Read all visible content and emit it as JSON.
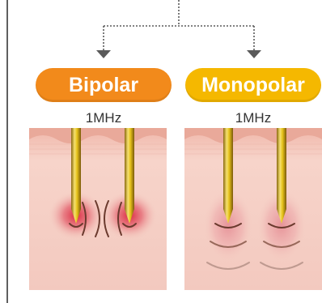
{
  "colors": {
    "bipolar": "#f28a1b",
    "monopolar": "#f5b800",
    "connector": "#5a5a5a",
    "skin": "#f2c6ba",
    "heat": "#d9213a",
    "needle": "#e6c21a"
  },
  "modes": [
    {
      "label": "Bipolar",
      "frequency": "1MHz"
    },
    {
      "label": "Monopolar",
      "frequency": "1MHz"
    }
  ]
}
